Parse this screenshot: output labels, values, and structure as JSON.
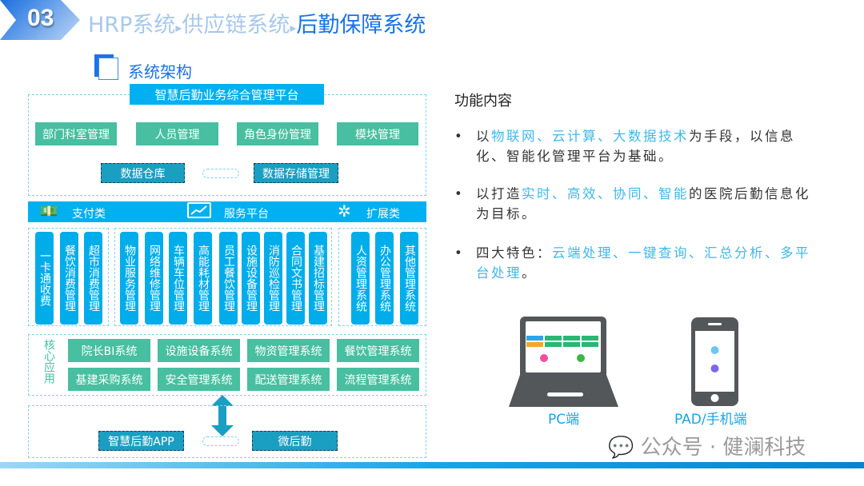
{
  "header": {
    "number": "03",
    "crumb1": "HRP系统",
    "crumb2": "供应链系统",
    "current": "后勤保障系统",
    "sep": "▸"
  },
  "section_title": "系统架构",
  "platform": {
    "title": "智慧后勤业务综合管理平台",
    "modules": [
      "部门科室管理",
      "人员管理",
      "角色身份管理",
      "模块管理"
    ],
    "data_warehouse": "数据仓库",
    "data_storage": "数据存储管理"
  },
  "service_bar": {
    "pay": "支付类",
    "service": "服务平台",
    "ext": "扩展类"
  },
  "pay_items": [
    "一卡通收费",
    "餐饮消费管理",
    "超市消费管理"
  ],
  "service_items": [
    "物业服务管理",
    "网络维修管理",
    "车辆车位管理",
    "高能耗材管理",
    "员工餐饮管理",
    "设施设备管理",
    "消防巡检管理",
    "合同文书管理",
    "基建招标管理"
  ],
  "ext_items": [
    "人资管理系统",
    "办公管理系统",
    "其他管理系统"
  ],
  "core": {
    "label": "核心应用",
    "systems": [
      "院长BI系统",
      "设施设备系统",
      "物资管理系统",
      "餐饮管理系统",
      "基建采购系统",
      "安全管理系统",
      "配送管理系统",
      "流程管理系统"
    ]
  },
  "clients": {
    "app": "智慧后勤APP",
    "wechat": "微后勤"
  },
  "features": {
    "heading": "功能内容",
    "bullet": "•",
    "b1": [
      "以",
      "物联网、云计算、大数据技术",
      "为手段，以信息化、智能化管理平台为基础。"
    ],
    "b2": [
      "以打造",
      "实时、高效、协同、智能",
      "的医院后勤信息化为目标。"
    ],
    "b3": [
      "四大特色：",
      "云端处理、一键查询、汇总分析、多平台处理",
      "。"
    ]
  },
  "devices": {
    "pc": "PC端",
    "mobile": "PAD/手机端"
  },
  "watermark": "公众号 · 健澜科技",
  "colors": {
    "accent": "#00b0f0",
    "green": "#47bfa0",
    "teal": "#1a9fc2",
    "title": "#1a73e8"
  }
}
